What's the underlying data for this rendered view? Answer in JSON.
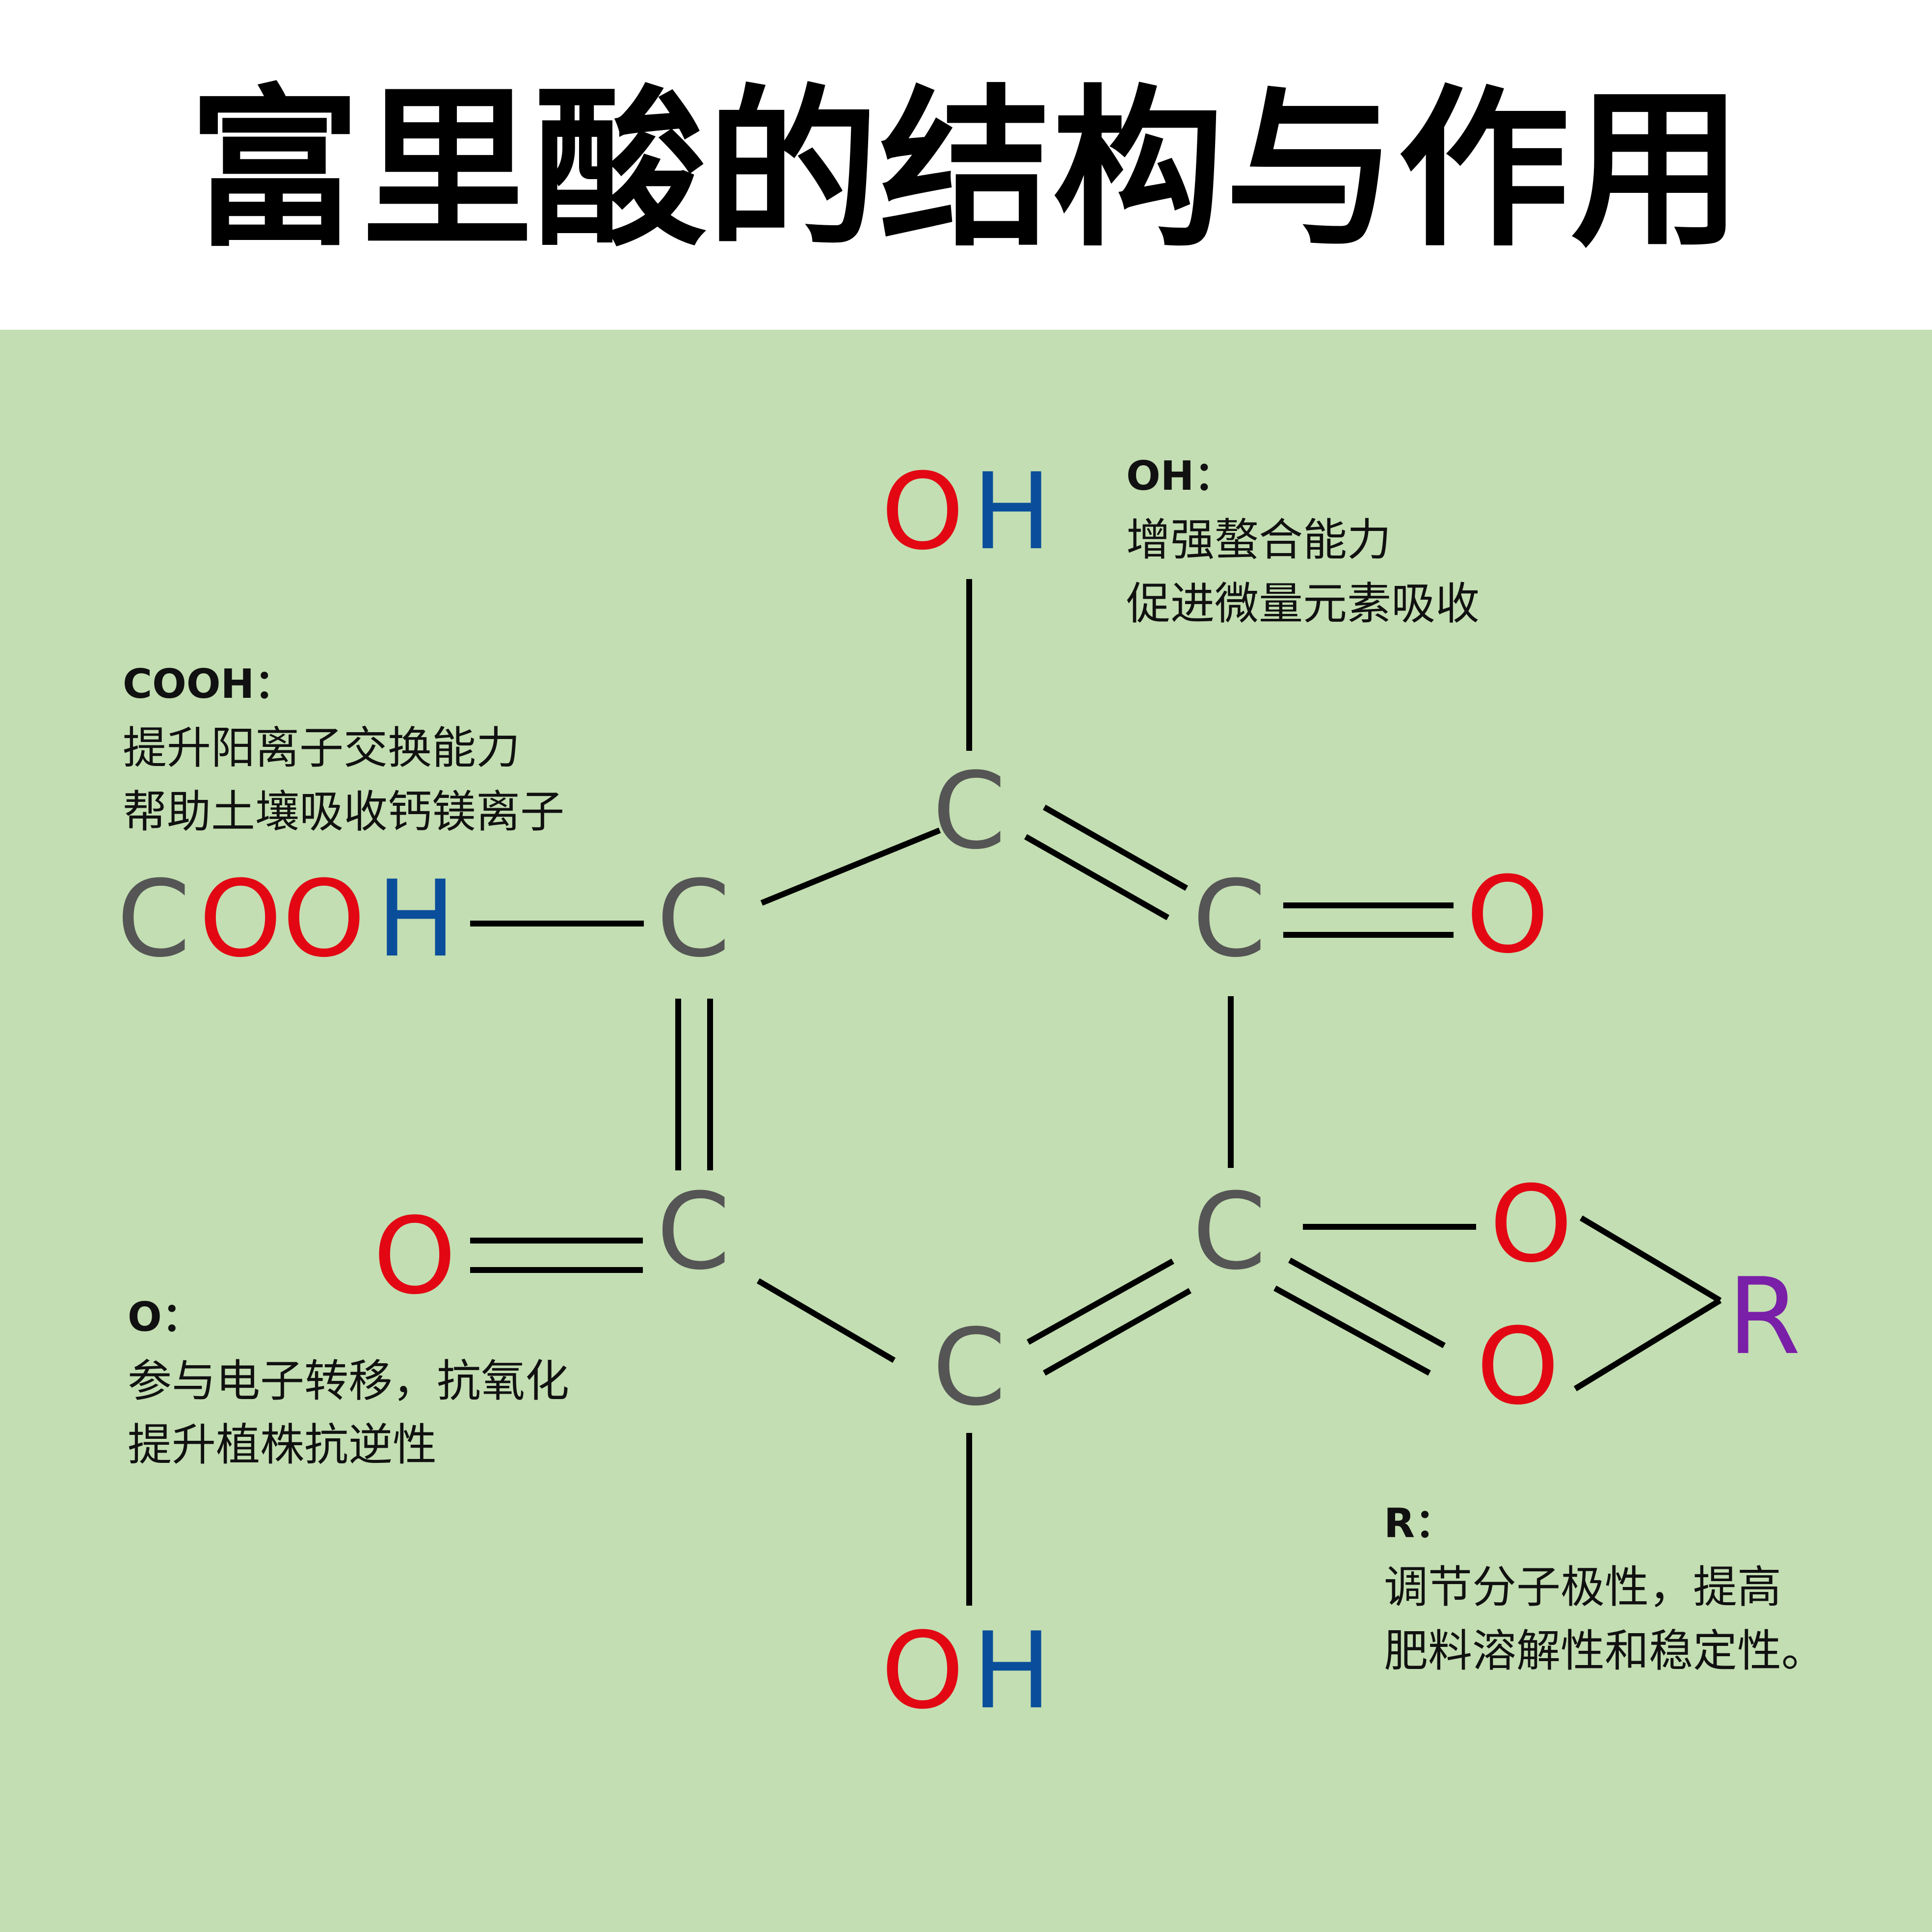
{
  "title": "富里酸的结构与作用",
  "colors": {
    "background": "#c3deb2",
    "header": "#ffffff",
    "carbon": "#555555",
    "oxygen": "#e30613",
    "hydrogen": "#0a4e9b",
    "r_group": "#7a1fa8",
    "bond": "#000000"
  },
  "atoms": {
    "carbon": "C",
    "oxygen": "O",
    "hydrogen": "H",
    "r_group": "R"
  },
  "annotations": {
    "oh": {
      "label": "OH：",
      "lines": [
        "增强螯合能力",
        "促进微量元素吸收"
      ]
    },
    "cooh": {
      "label": "COOH：",
      "lines": [
        "提升阳离子交换能力",
        "帮助土壤吸收钙镁离子"
      ]
    },
    "o": {
      "label": "O：",
      "lines": [
        "参与电子转移，抗氧化",
        "提升植株抗逆性"
      ]
    },
    "r": {
      "label": "R：",
      "lines": [
        "调节分子极性，提高",
        "肥料溶解性和稳定性。"
      ]
    }
  }
}
